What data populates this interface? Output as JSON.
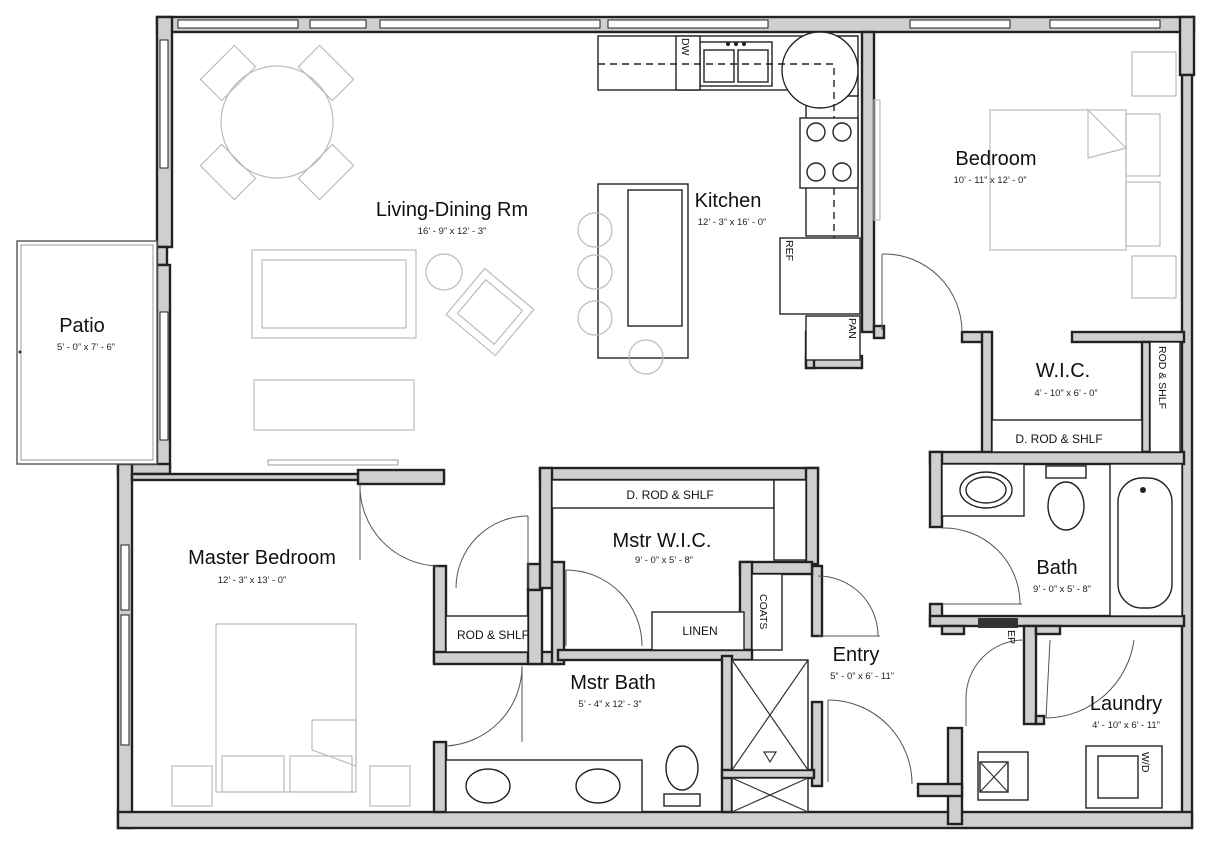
{
  "rooms": {
    "living": {
      "name": "Living-Dining Rm",
      "dim": "16’ - 9” x 12’ - 3”"
    },
    "kitchen": {
      "name": "Kitchen",
      "dim": "12’ - 3” x 16’ - 0”"
    },
    "bedroom": {
      "name": "Bedroom",
      "dim": "10’ - 11” x 12’ - 0”"
    },
    "patio": {
      "name": "Patio",
      "dim": "5’ - 0” x 7’ - 6”"
    },
    "wic": {
      "name": "W.I.C.",
      "dim": "4’ - 10” x 6’ - 0”"
    },
    "master_bedroom": {
      "name": "Master Bedroom",
      "dim": "12’ - 3” x 13’ - 0”"
    },
    "master_wic": {
      "name": "Mstr W.I.C.",
      "dim": "9’ - 0” x 5’ - 8”"
    },
    "bath": {
      "name": "Bath",
      "dim": "9’ - 0” x 5’ - 8”"
    },
    "entry": {
      "name": "Entry",
      "dim": "5” - 0” x 6’ - 11”"
    },
    "master_bath": {
      "name": "Mstr Bath",
      "dim": "5’ - 4” x 12’ - 3”"
    },
    "laundry": {
      "name": "Laundry",
      "dim": "4’ - 10” x 6’ - 11”"
    }
  },
  "labels": {
    "dw": "DW",
    "ref": "REF",
    "pan": "PAN",
    "rod_shlf_vertical": "ROD & SHLF",
    "d_rod_shlf_wic": "D. ROD & SHLF",
    "d_rod_shlf_master": "D. ROD & SHLF",
    "rod_shlf_master": "ROD & SHLF",
    "linen": "LINEN",
    "coats": "COATS",
    "ep": "EP",
    "wd": "W/D"
  }
}
